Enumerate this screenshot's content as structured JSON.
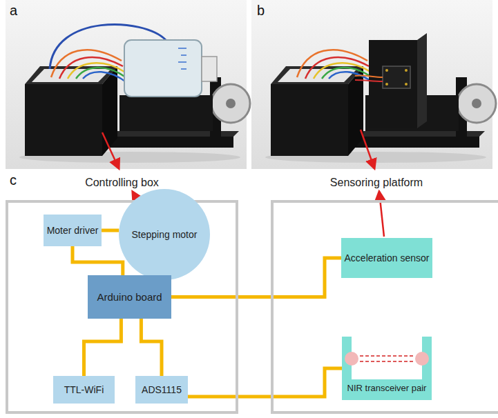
{
  "diagram": {
    "nodes": [
      {
        "text": [
          "Controlling box"
        ]
      },
      {
        "text": [
          "Moter driver"
        ],
        "in": 0
      },
      {
        "text": [
          "Stepping motor"
        ],
        "in": 0
      },
      {
        "text": [
          "Arduino board"
        ],
        "in": 0
      },
      {
        "text": [
          "TTL-WiFi"
        ],
        "in": 0
      },
      {
        "text": [
          "ADS1115"
        ],
        "in": 0
      },
      {
        "text": [
          "Sensoring platform"
        ]
      },
      {
        "text": [
          "Acceleration sensor"
        ],
        "in": 6
      },
      {
        "text": [
          "NIR transceiver pair"
        ],
        "in": 6
      }
    ],
    "edges": [
      {
        "from": 1,
        "to": 2,
        "arrow": "none"
      },
      {
        "from": 1,
        "to": 3,
        "arrow": "none"
      },
      {
        "from": 3,
        "to": 7,
        "arrow": "none"
      },
      {
        "from": 3,
        "to": 4,
        "arrow": "none"
      },
      {
        "from": 3,
        "to": 5,
        "arrow": "none"
      },
      {
        "from": 5,
        "to": 8,
        "arrow": "none"
      }
    ],
    "labels": [
      "a",
      "b",
      "c"
    ]
  }
}
